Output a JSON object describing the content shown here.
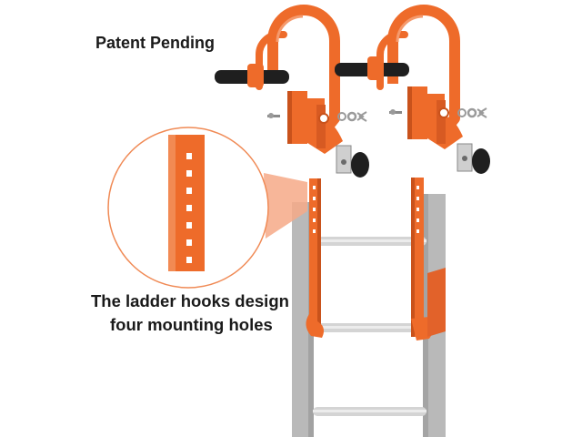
{
  "labels": {
    "patent": "Patent Pending",
    "caption_line1": "The ladder hooks design",
    "caption_line2": "four mounting holes"
  },
  "colors": {
    "hook_orange": "#ee6b2a",
    "hook_orange_dark": "#c9521b",
    "ladder_gray": "#b9b9b9",
    "ladder_gray_dark": "#9c9c9c",
    "rung_silver": "#d3d3d3",
    "grip_black": "#1f1f1f",
    "callout_fill": "#f6a987",
    "circle_stroke": "#f08a55"
  },
  "icons": {
    "hook_left": "ladder-hook-icon",
    "hook_right": "ladder-hook-icon",
    "callout": "magnifier-callout-icon",
    "ladder": "ladder-icon"
  }
}
